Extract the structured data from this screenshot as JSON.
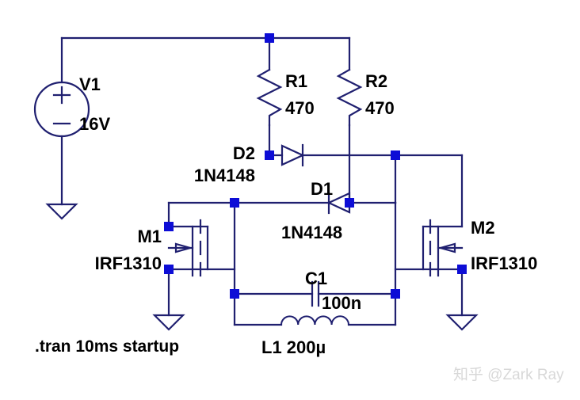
{
  "schematic": {
    "title": "LTspice Royer / Joule-thief style push-pull oscillator schematic",
    "colors": {
      "wire": "#202070",
      "junction": "#0d0dd6",
      "text": "#000000",
      "background": "#ffffff",
      "watermark": "#d8d8d8"
    },
    "directive": ".tran 10ms startup",
    "components": [
      {
        "id": "V1",
        "type": "voltage-source",
        "ref": "V1",
        "value": "16V"
      },
      {
        "id": "R1",
        "type": "resistor",
        "ref": "R1",
        "value": "470"
      },
      {
        "id": "R2",
        "type": "resistor",
        "ref": "R2",
        "value": "470"
      },
      {
        "id": "D1",
        "type": "diode",
        "ref": "D1",
        "value": "1N4148"
      },
      {
        "id": "D2",
        "type": "diode",
        "ref": "D2",
        "value": "1N4148"
      },
      {
        "id": "M1",
        "type": "nmos",
        "ref": "M1",
        "value": "IRF1310"
      },
      {
        "id": "M2",
        "type": "nmos",
        "ref": "M2",
        "value": "IRF1310"
      },
      {
        "id": "C1",
        "type": "capacitor",
        "ref": "C1",
        "value": "100n"
      },
      {
        "id": "L1",
        "type": "inductor",
        "ref": "L1",
        "value": "L1 200µ"
      }
    ],
    "labels": {
      "v1_ref": "V1",
      "v1_value": "16V",
      "r1_ref": "R1",
      "r1_value": "470",
      "r2_ref": "R2",
      "r2_value": "470",
      "d2_ref": "D2",
      "d2_value": "1N4148",
      "d1_ref": "D1",
      "d1_value": "1N4148",
      "m1_ref": "M1",
      "m1_value": "IRF1310",
      "m2_ref": "M2",
      "m2_value": "IRF1310",
      "c1_ref": "C1",
      "c1_value": "100n",
      "l1_combined": "L1 200µ",
      "spice_directive": ".tran 10ms startup"
    },
    "watermark": "知乎 @Zark Ray"
  }
}
